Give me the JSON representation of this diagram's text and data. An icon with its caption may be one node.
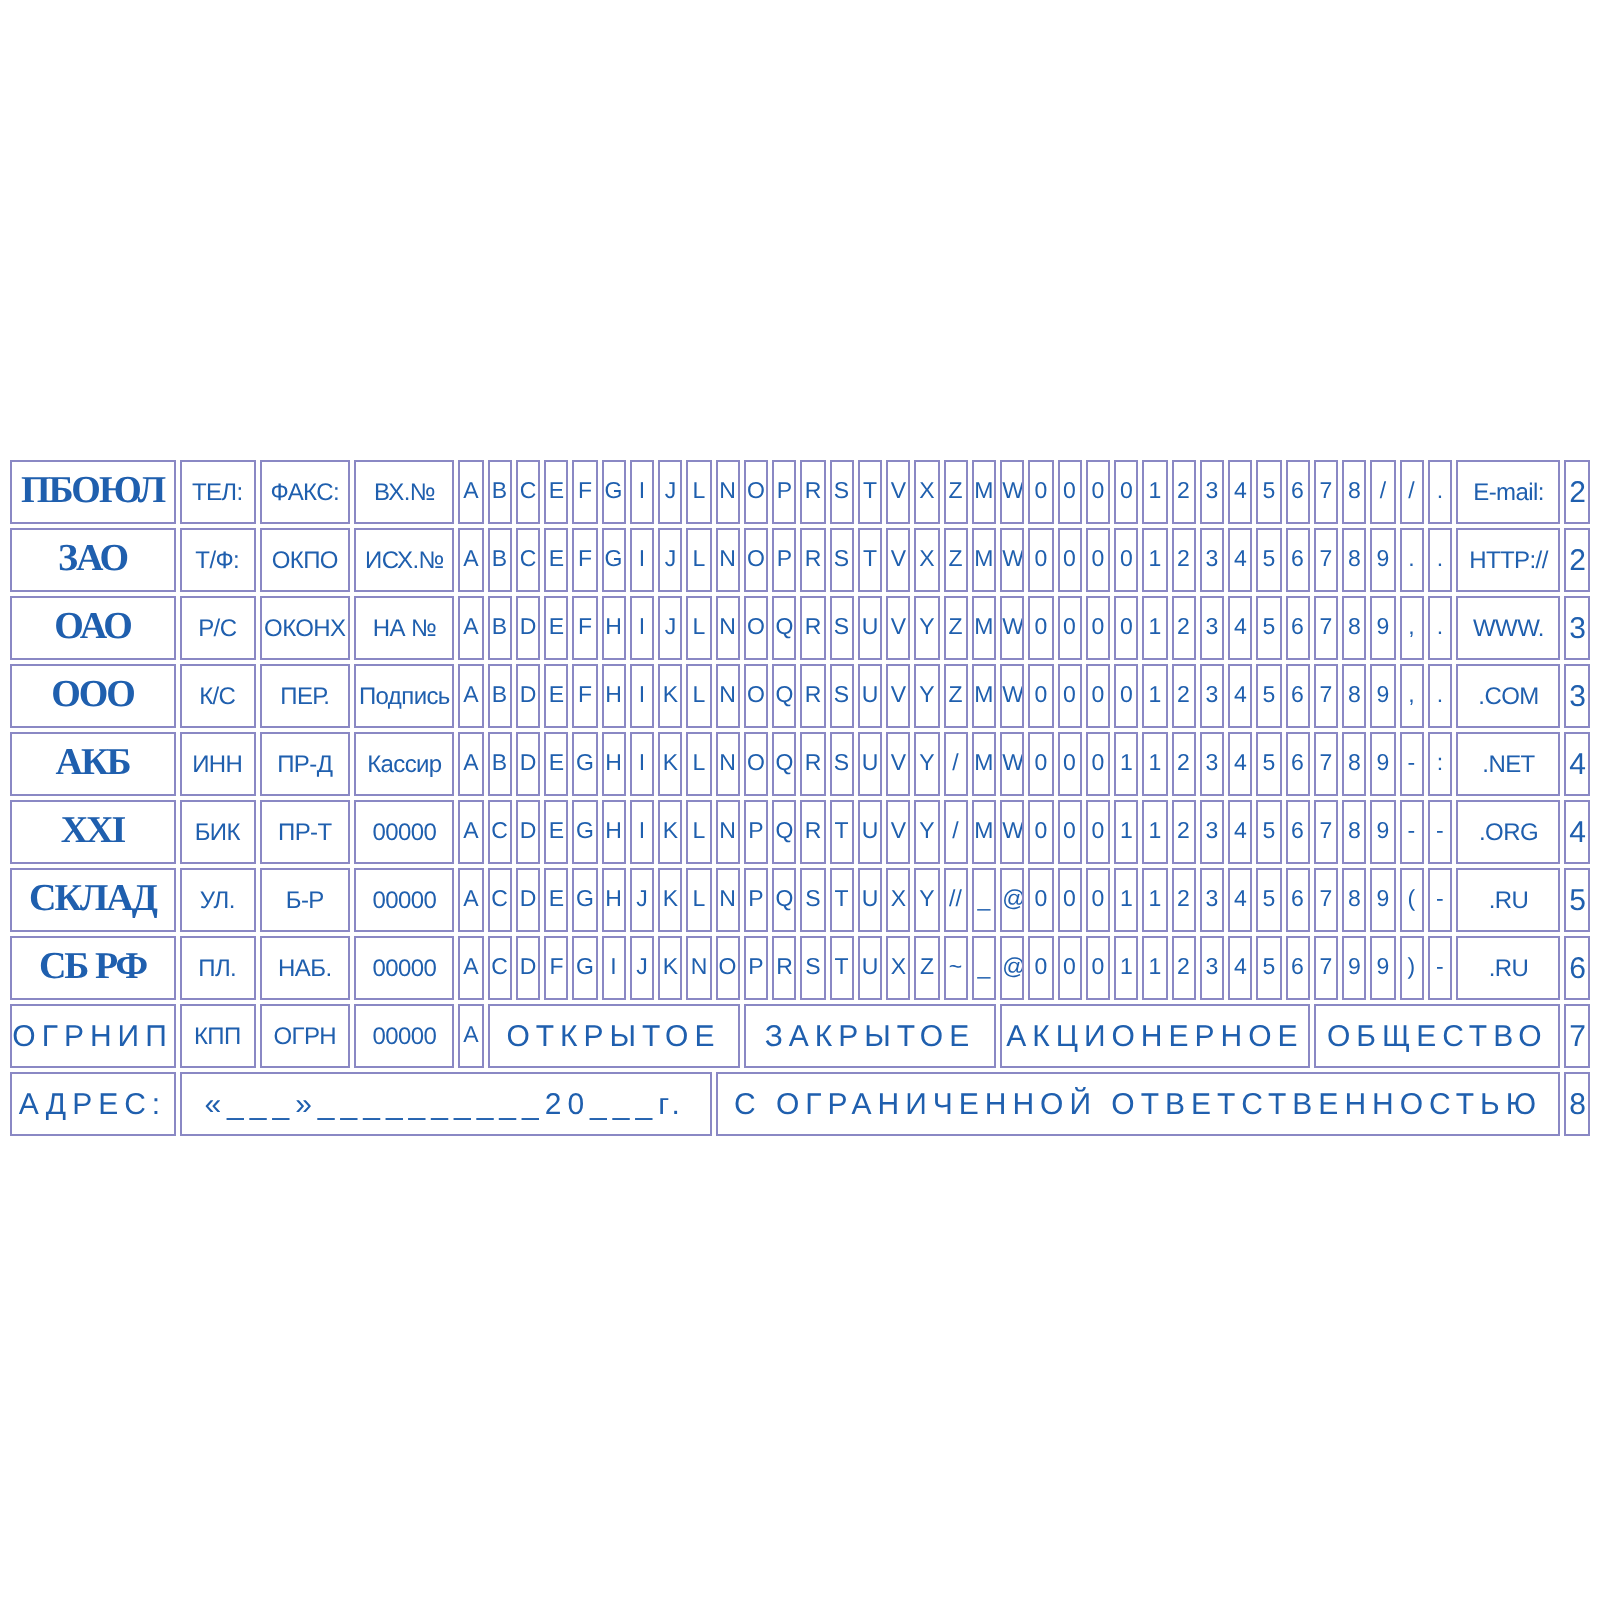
{
  "diagram": {
    "labels": [
      "ПБОЮЛ",
      "ТЕЛ:",
      "ФАКС:",
      "ВХ.№",
      "A",
      "B",
      "C",
      "E",
      "F",
      "G",
      "I",
      "J",
      "L",
      "N",
      "O",
      "P",
      "R",
      "S",
      "T",
      "V",
      "X",
      "Z",
      "M",
      "W",
      "0",
      "0",
      "0",
      "0",
      "1",
      "2",
      "3",
      "4",
      "5",
      "6",
      "7",
      "8",
      "/",
      "/",
      ".",
      "E-mail:",
      "2",
      "ЗАО",
      "Т/Ф:",
      "ОКПО",
      "ИСХ.№",
      "A",
      "B",
      "C",
      "E",
      "F",
      "G",
      "I",
      "J",
      "L",
      "N",
      "O",
      "P",
      "R",
      "S",
      "T",
      "V",
      "X",
      "Z",
      "M",
      "W",
      "0",
      "0",
      "0",
      "0",
      "1",
      "2",
      "3",
      "4",
      "5",
      "6",
      "7",
      "8",
      "9",
      ".",
      ".",
      "HTTP://",
      "2",
      "ОАО",
      "Р/С",
      "ОКОНХ",
      "НА №",
      "A",
      "B",
      "D",
      "E",
      "F",
      "H",
      "I",
      "J",
      "L",
      "N",
      "O",
      "Q",
      "R",
      "S",
      "U",
      "V",
      "Y",
      "Z",
      "M",
      "W",
      "0",
      "0",
      "0",
      "0",
      "1",
      "2",
      "3",
      "4",
      "5",
      "6",
      "7",
      "8",
      "9",
      ",",
      ".",
      "WWW.",
      "3",
      "ООО",
      "К/С",
      "ПЕР.",
      "Подпись",
      "A",
      "B",
      "D",
      "E",
      "F",
      "H",
      "I",
      "K",
      "L",
      "N",
      "O",
      "Q",
      "R",
      "S",
      "U",
      "V",
      "Y",
      "Z",
      "M",
      "W",
      "0",
      "0",
      "0",
      "0",
      "1",
      "2",
      "3",
      "4",
      "5",
      "6",
      "7",
      "8",
      "9",
      ",",
      ".",
      ".COM",
      "3",
      "АКБ",
      "ИНН",
      "ПР-Д",
      "Кассир",
      "A",
      "B",
      "D",
      "E",
      "G",
      "H",
      "I",
      "K",
      "L",
      "N",
      "O",
      "Q",
      "R",
      "S",
      "U",
      "V",
      "Y",
      "/",
      "M",
      "W",
      "0",
      "0",
      "0",
      "1",
      "1",
      "2",
      "3",
      "4",
      "5",
      "6",
      "7",
      "8",
      "9",
      "-",
      ":",
      ".NET",
      "4",
      "XXI",
      "БИК",
      "ПР-Т",
      "00000",
      "A",
      "C",
      "D",
      "E",
      "G",
      "H",
      "I",
      "K",
      "L",
      "N",
      "P",
      "Q",
      "R",
      "T",
      "U",
      "V",
      "Y",
      "/",
      "M",
      "W",
      "0",
      "0",
      "0",
      "1",
      "1",
      "2",
      "3",
      "4",
      "5",
      "6",
      "7",
      "8",
      "9",
      "-",
      "-",
      ".ORG",
      "4",
      "СКЛАД",
      "УЛ.",
      "Б-Р",
      "00000",
      "A",
      "C",
      "D",
      "E",
      "G",
      "H",
      "J",
      "K",
      "L",
      "N",
      "P",
      "Q",
      "S",
      "T",
      "U",
      "X",
      "Y",
      "//",
      "_",
      "@",
      "0",
      "0",
      "0",
      "1",
      "1",
      "2",
      "3",
      "4",
      "5",
      "6",
      "7",
      "8",
      "9",
      "(",
      "-",
      ".RU",
      "5",
      "СБ РФ",
      "ПЛ.",
      "НАБ.",
      "00000",
      "A",
      "C",
      "D",
      "F",
      "G",
      "I",
      "J",
      "K",
      "N",
      "O",
      "P",
      "R",
      "S",
      "T",
      "U",
      "X",
      "Z",
      "~",
      "_",
      "@",
      "0",
      "0",
      "0",
      "1",
      "1",
      "2",
      "3",
      "4",
      "5",
      "6",
      "7",
      "9",
      "9",
      ")",
      "-",
      ".RU",
      "6",
      "ОГРНИП",
      "КПП",
      "ОГРН",
      "00000",
      "A",
      "ОТКРЫТОЕ",
      "ЗАКРЫТОЕ",
      "АКЦИОНЕРНОЕ",
      "ОБЩЕСТВО",
      "7",
      "АДРЕС:",
      "«___»__________20___г.",
      "С ОГРАНИЧЕННОЙ ОТВЕТСТВЕННОСТЬЮ",
      "8"
    ]
  }
}
